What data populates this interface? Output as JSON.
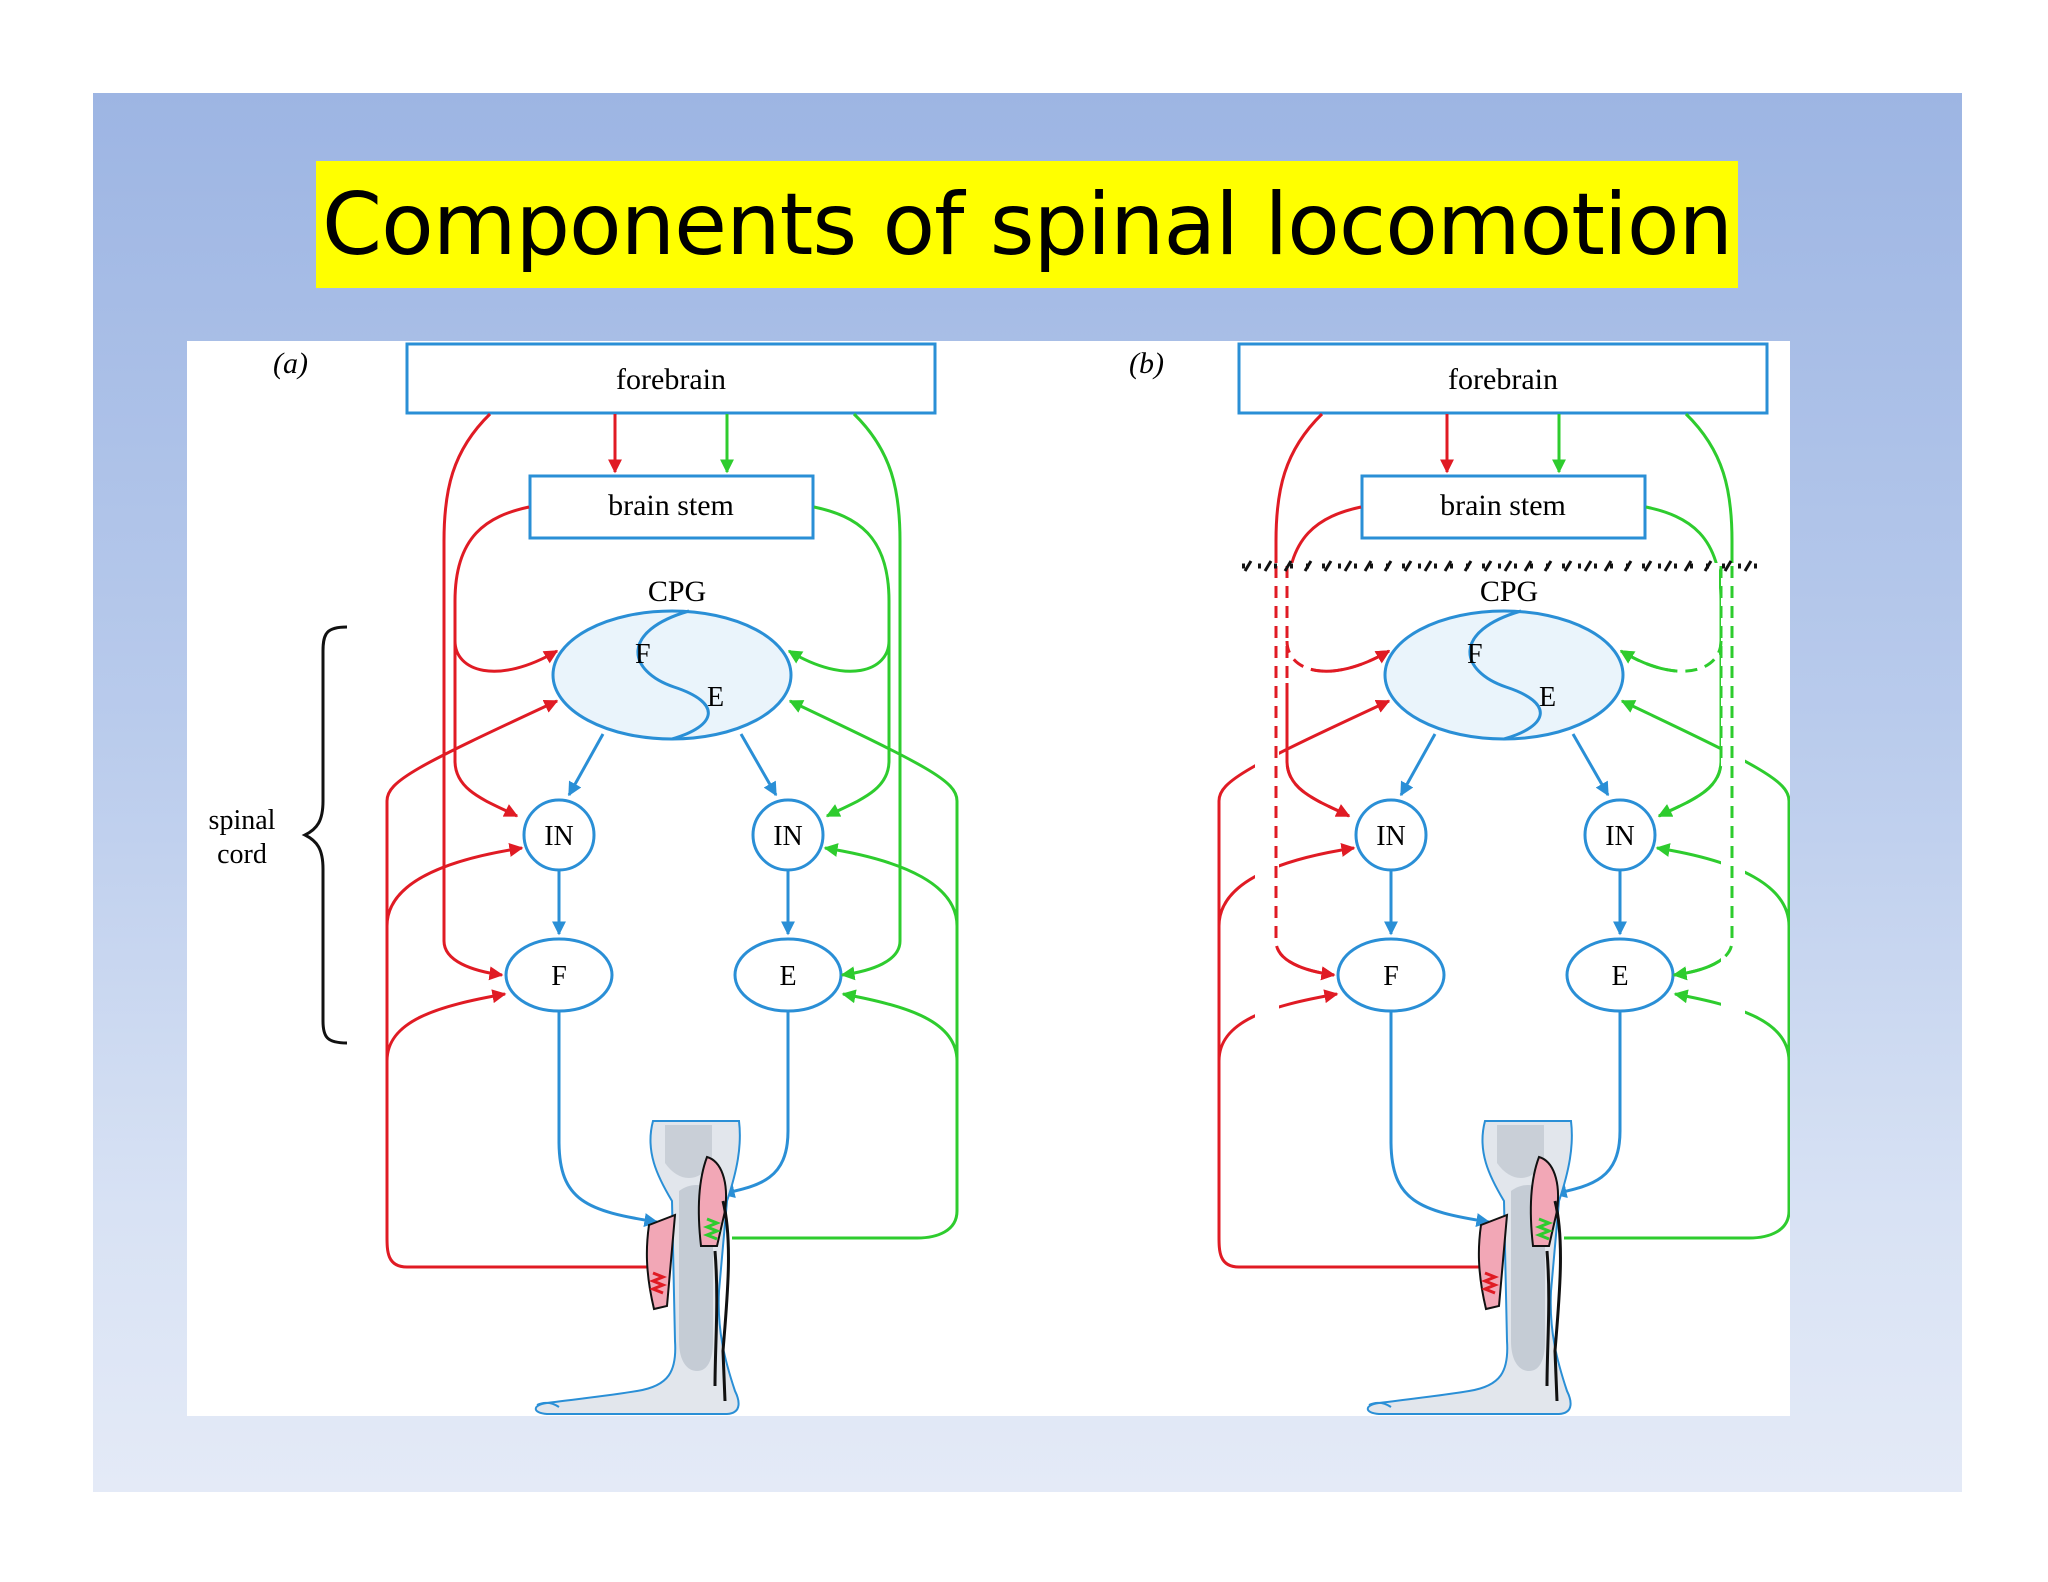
{
  "title": "Components of spinal locomotion",
  "colors": {
    "title_bg": "#ffff00",
    "neural_blue": "#2a8fd6",
    "flexor_red": "#e01b24",
    "extensor_green": "#2ecc2e",
    "cpg_fill": "#eaf4fb",
    "muscle_pink": "#f2a7b6"
  },
  "panels": [
    {
      "label": "(a)",
      "forebrain": "forebrain",
      "brainstem": "brain stem",
      "cpg": "CPG",
      "cpg_f": "F",
      "cpg_e": "E",
      "in_left": "IN",
      "in_right": "IN",
      "motor_f": "F",
      "motor_e": "E",
      "spinal_label_1": "spinal",
      "spinal_label_2": "cord"
    },
    {
      "label": "(b)",
      "forebrain": "forebrain",
      "brainstem": "brain stem",
      "cpg": "CPG",
      "cpg_f": "F",
      "cpg_e": "E",
      "in_left": "IN",
      "in_right": "IN",
      "motor_f": "F",
      "motor_e": "E"
    }
  ]
}
